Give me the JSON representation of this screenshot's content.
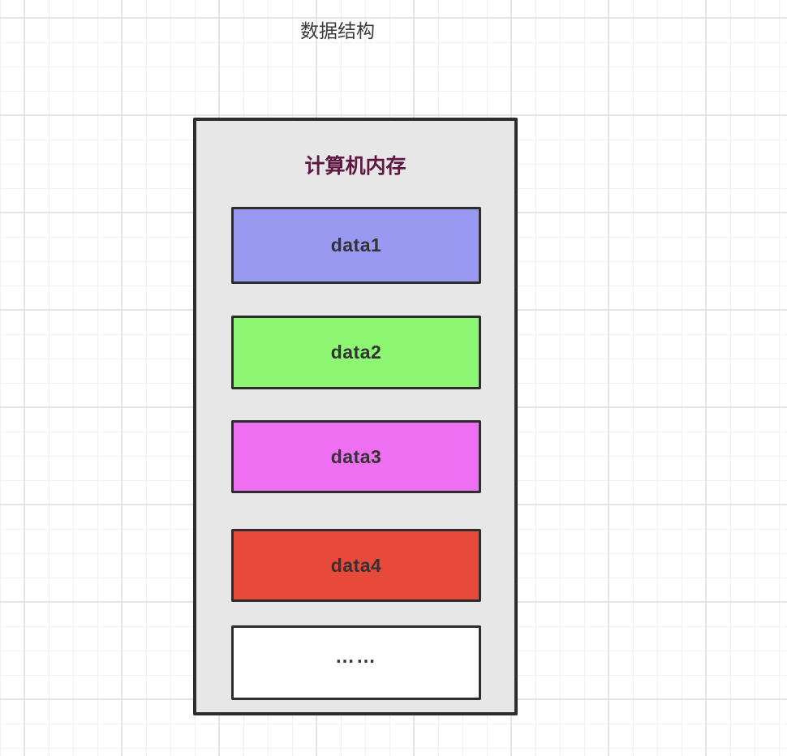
{
  "page": {
    "title": "数据结构"
  },
  "memory": {
    "title": "计算机内存",
    "cells": [
      {
        "label": "data1",
        "color": "#9a99f2"
      },
      {
        "label": "data2",
        "color": "#8df673"
      },
      {
        "label": "data3",
        "color": "#ee6ff1"
      },
      {
        "label": "data4",
        "color": "#e7493b"
      },
      {
        "label": "……",
        "color": "#ffffff"
      }
    ]
  },
  "colors": {
    "container_fill": "#e7e7e7",
    "stroke": "#2d2d2d",
    "memory_title_color": "#5f1742",
    "cell_text_color": "#333333",
    "grid_minor": "#f1f1f1",
    "grid_major": "#e4e4e4"
  }
}
